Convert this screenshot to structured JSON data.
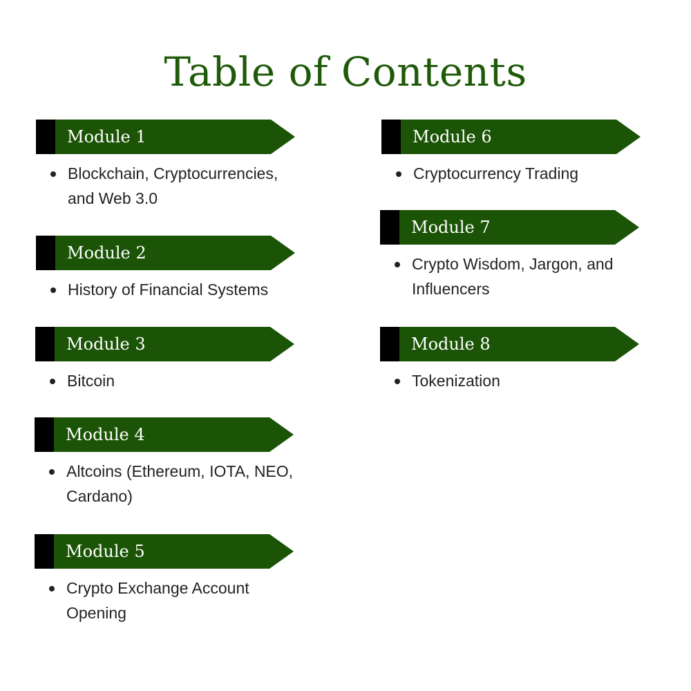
{
  "title": "Table of Contents",
  "modules": [
    {
      "label": "Module 1",
      "items": [
        "Blockchain, Cryptocurrencies, and Web 3.0"
      ]
    },
    {
      "label": "Module 2",
      "items": [
        "History of Financial Systems"
      ]
    },
    {
      "label": "Module 3",
      "items": [
        "Bitcoin"
      ]
    },
    {
      "label": "Module 4",
      "items": [
        "Altcoins (Ethereum, IOTA, NEO, Cardano)"
      ]
    },
    {
      "label": "Module 5",
      "items": [
        "Crypto Exchange Account Opening"
      ]
    },
    {
      "label": "Module 6",
      "items": [
        "Cryptocurrency Trading"
      ]
    },
    {
      "label": "Module 7",
      "items": [
        "Crypto Wisdom, Jargon, and Influencers"
      ]
    },
    {
      "label": "Module 8",
      "items": [
        "Tokenization"
      ]
    }
  ],
  "colors": {
    "title": "#1f5a0a",
    "banner": "#1b5406",
    "banner_block": "#000000",
    "text": "#222222"
  }
}
